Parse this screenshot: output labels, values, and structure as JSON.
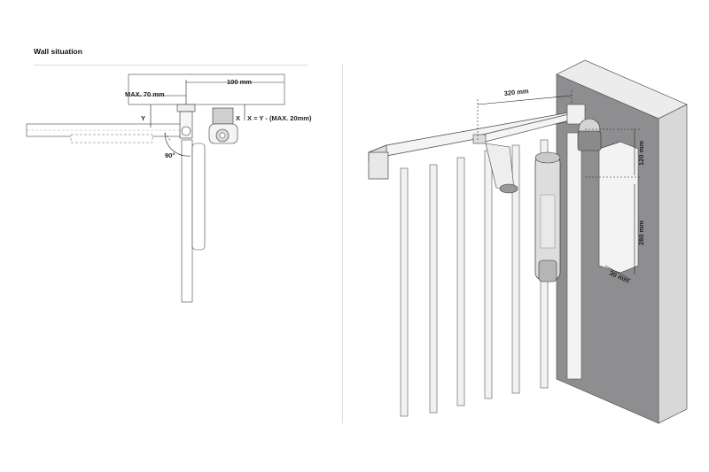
{
  "title": "Wall situation",
  "left_diagram": {
    "labels": {
      "width_100": "100 mm",
      "max_70": "MAX. 70 mm",
      "y": "Y",
      "x": "X",
      "formula": "X = Y - (MAX. 20mm)",
      "angle": "90°"
    }
  },
  "right_diagram": {
    "labels": {
      "d320": "320 mm",
      "d120": "120 mm",
      "d280": "280 mm",
      "d30": "30 mm"
    }
  },
  "colors": {
    "wall_front": "#8e8e90",
    "wall_side": "#ececec",
    "wall_edge": "#555555",
    "metal": "#f1f1f1",
    "line": "#333333"
  }
}
